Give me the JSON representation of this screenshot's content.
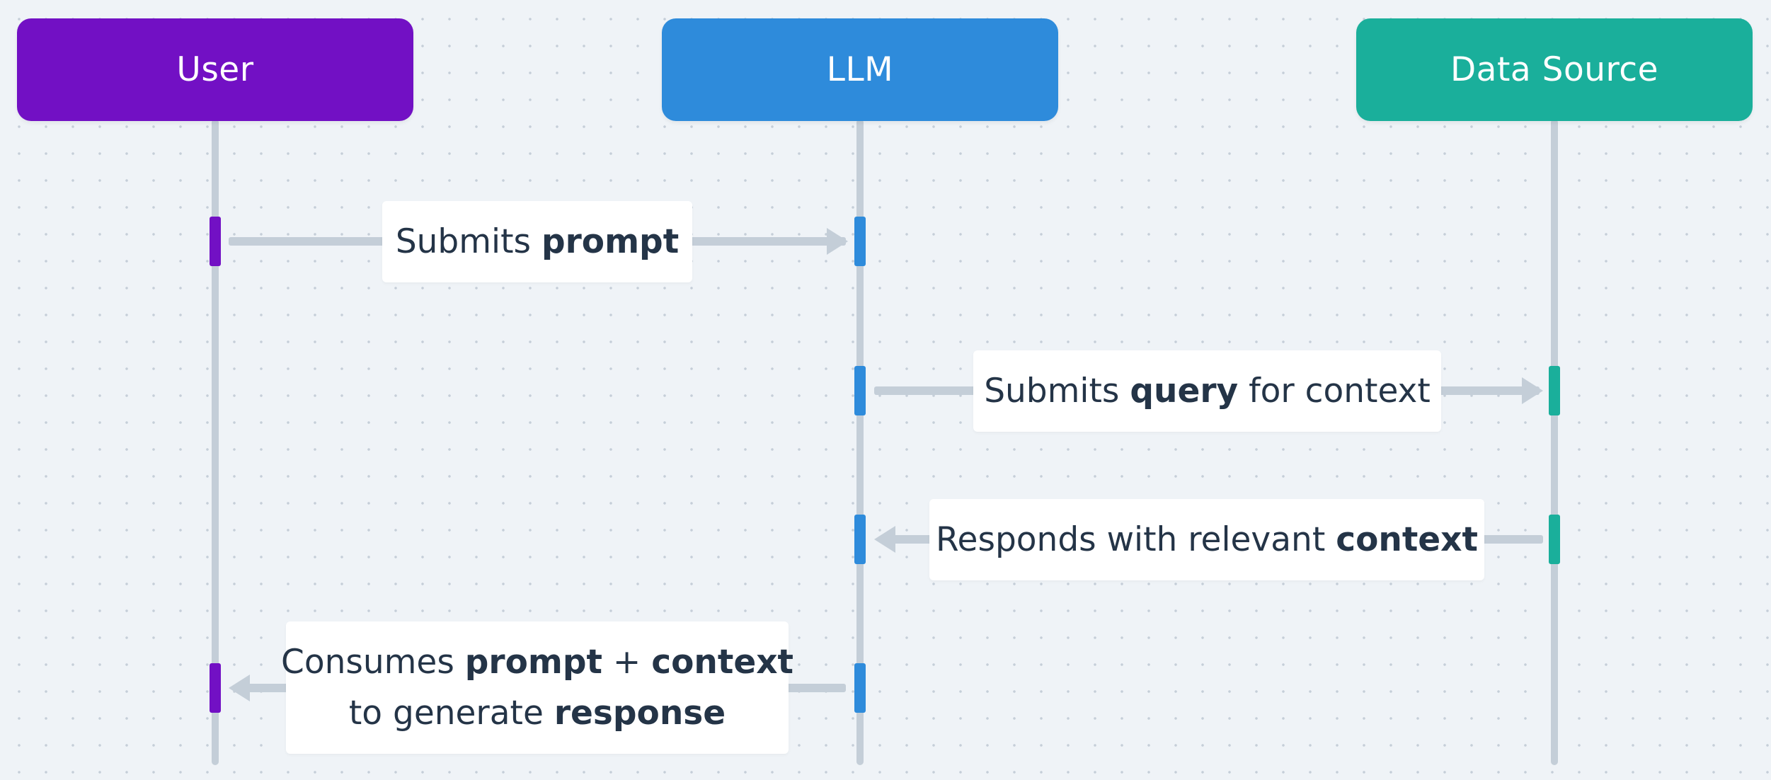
{
  "colors": {
    "user": "#7210c4",
    "llm": "#2e8bdb",
    "data_source": "#1aaf9b",
    "lifeline": "#c4ced8",
    "text": "#243447"
  },
  "actors": {
    "user": "User",
    "llm": "LLM",
    "data_source": "Data Source"
  },
  "messages": {
    "m1": {
      "a": "Submits ",
      "b": "prompt"
    },
    "m2": {
      "a": "Submits ",
      "b": "query",
      "c": " for context"
    },
    "m3": {
      "a": "Responds with relevant ",
      "b": "context"
    },
    "m4": {
      "a": "Consumes ",
      "b": "prompt",
      "c": " + ",
      "d": "context",
      "e": "to generate ",
      "f": "response"
    }
  }
}
